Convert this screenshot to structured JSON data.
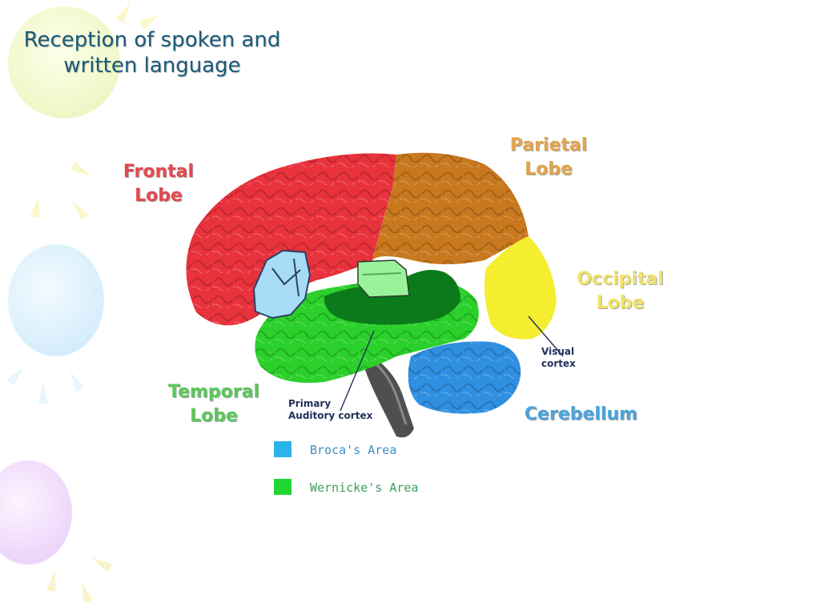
{
  "slide": {
    "title_line1": "Reception of spoken and",
    "title_line2": "written language"
  },
  "diagram": {
    "lobes": {
      "frontal_line1": "Frontal",
      "frontal_line2": "Lobe",
      "parietal_line1": "Parietal",
      "parietal_line2": "Lobe",
      "occipital_line1": "Occipital",
      "occipital_line2": "Lobe",
      "temporal_line1": "Temporal",
      "temporal_line2": "Lobe",
      "cerebellum": "Cerebellum"
    },
    "annotations": {
      "visual_line1": "Visual",
      "visual_line2": "cortex",
      "auditory_line1": "Primary",
      "auditory_line2": "Auditory cortex"
    },
    "legend": [
      {
        "label": "Broca's Area",
        "color": "#2bb4ea"
      },
      {
        "label": "Wernicke's Area",
        "color": "#22d632"
      }
    ],
    "colors": {
      "frontal": "#e8323c",
      "parietal": "#c8781e",
      "occipital": "#f2ec1e",
      "temporal": "#2bd02b",
      "cerebellum": "#2f8fe0",
      "brainstem": "#555555",
      "broca": "#a7dcf5",
      "wernicke": "#0b7a1a",
      "wernicke_light": "#9af29a"
    }
  }
}
